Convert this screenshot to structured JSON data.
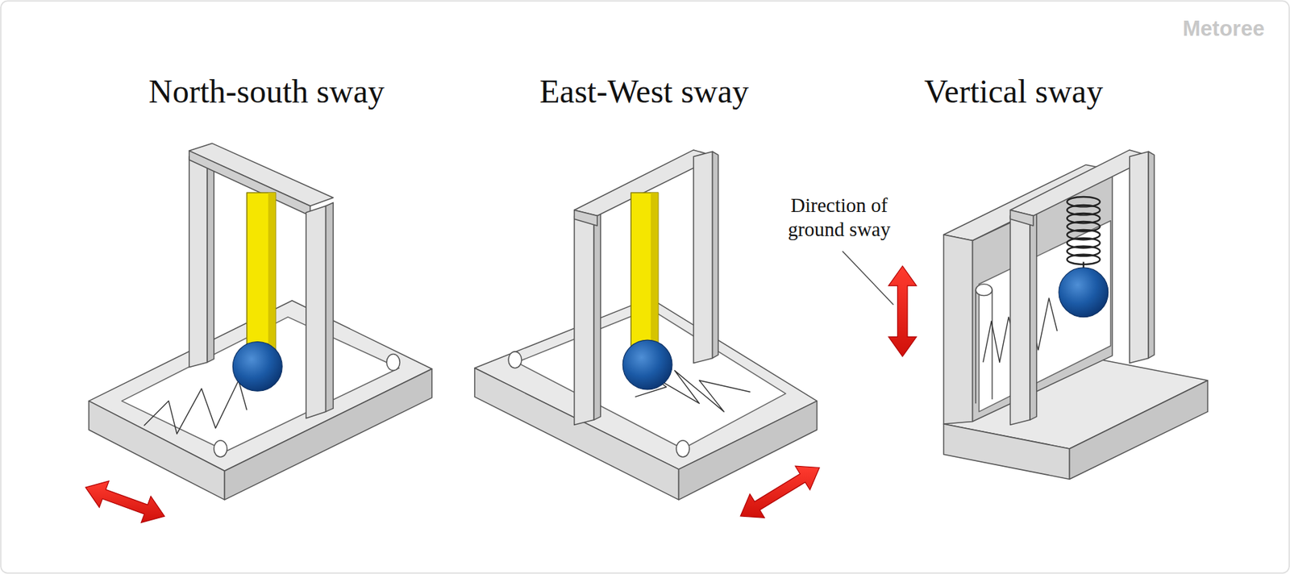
{
  "diagram": {
    "labels": [
      "North-south sway",
      "East-West sway",
      "Vertical sway",
      "Direction of ground sway",
      "Metoree"
    ]
  }
}
